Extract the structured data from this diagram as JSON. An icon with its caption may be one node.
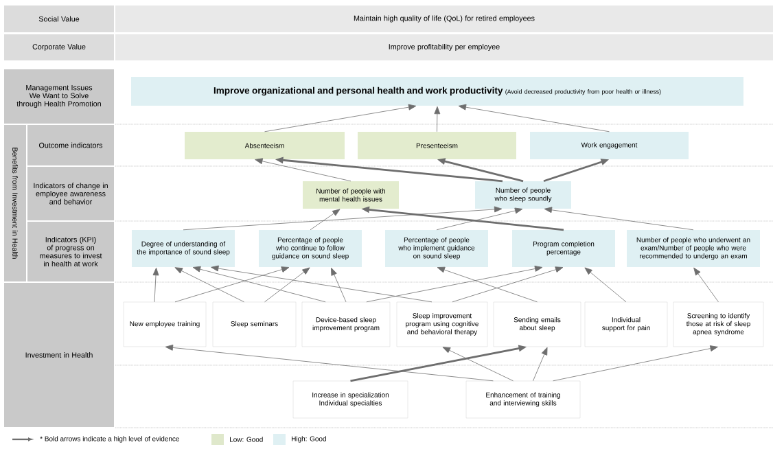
{
  "diagram": {
    "nodes": [
      {
        "text": [
          "Social Value"
        ]
      },
      {
        "text": [
          "Maintain high quality of life (QoL) for retired employees"
        ]
      },
      {
        "text": [
          "Corporate Value"
        ]
      },
      {
        "text": [
          "Improve profitability per employee"
        ]
      },
      {
        "text": [
          "Management Issues We Want to Solve through Health Promotion"
        ]
      },
      {
        "text": [
          "Benefits from Investment in Health"
        ]
      },
      {
        "text": [
          "Outcome indicators"
        ]
      },
      {
        "text": [
          "Indicators of change in employee awareness and behavior"
        ]
      },
      {
        "text": [
          "Indicators (KPI) of progress on measures to invest in health at work"
        ]
      },
      {
        "text": [
          "Investment in Health"
        ]
      },
      {
        "text": [
          "Improve organizational and personal health and work productivity",
          "(Avoid decreased productivity from poor health or illness)"
        ]
      },
      {
        "text": [
          "Absenteeism"
        ]
      },
      {
        "text": [
          "Presenteeism"
        ]
      },
      {
        "text": [
          "Work engagement"
        ]
      },
      {
        "text": [
          "Number of people with mental health issues"
        ]
      },
      {
        "text": [
          "Number of people who sleep soundly"
        ]
      },
      {
        "text": [
          "Degree of understanding of the importance of sound sleep"
        ]
      },
      {
        "text": [
          "Percentage of people who continue to follow guidance on sound sleep"
        ]
      },
      {
        "text": [
          "Percentage of people who implement guidance on sound sleep"
        ]
      },
      {
        "text": [
          "Program completion percentage"
        ]
      },
      {
        "text": [
          "Number of people who underwent an exam/Number of people who were recommended to undergo an exam"
        ]
      },
      {
        "text": [
          "New employee training"
        ]
      },
      {
        "text": [
          "Sleep seminars"
        ]
      },
      {
        "text": [
          "Device-based sleep improvement program"
        ]
      },
      {
        "text": [
          "Sleep improvement program using cognitive and behavioral therapy"
        ]
      },
      {
        "text": [
          "Sending emails about sleep"
        ]
      },
      {
        "text": [
          "Individual support for pain"
        ]
      },
      {
        "text": [
          "Screening to identify those at risk of sleep apnea syndrome"
        ]
      },
      {
        "text": [
          "Increase in specialization Individual specialties"
        ]
      },
      {
        "text": [
          "Enhancement of training and interviewing skills"
        ]
      }
    ],
    "edges": [
      {
        "from": 11,
        "to": 10,
        "arrow": "to"
      },
      {
        "from": 12,
        "to": 10,
        "arrow": "to"
      },
      {
        "from": 13,
        "to": 10,
        "arrow": "to"
      },
      {
        "from": 14,
        "to": 11,
        "arrow": "to"
      },
      {
        "from": 15,
        "to": 11,
        "arrow": "to",
        "style": "thick"
      },
      {
        "from": 15,
        "to": 12,
        "arrow": "to",
        "style": "thick"
      },
      {
        "from": 15,
        "to": 13,
        "arrow": "to",
        "style": "thick"
      },
      {
        "from": 17,
        "to": 14,
        "arrow": "to"
      },
      {
        "from": 19,
        "to": 14,
        "arrow": "to",
        "style": "thick"
      },
      {
        "from": 16,
        "to": 15,
        "arrow": "to"
      },
      {
        "from": 18,
        "to": 15,
        "arrow": "to"
      },
      {
        "from": 20,
        "to": 15,
        "arrow": "to"
      },
      {
        "from": 21,
        "to": 16,
        "arrow": "to"
      },
      {
        "from": 22,
        "to": 16,
        "arrow": "to"
      },
      {
        "from": 23,
        "to": 16,
        "arrow": "to"
      },
      {
        "from": 24,
        "to": 16,
        "arrow": "to"
      },
      {
        "from": 21,
        "to": 17,
        "arrow": "to"
      },
      {
        "from": 22,
        "to": 17,
        "arrow": "to"
      },
      {
        "from": 23,
        "to": 17,
        "arrow": "to"
      },
      {
        "from": 25,
        "to": 18,
        "arrow": "to"
      },
      {
        "from": 23,
        "to": 19,
        "arrow": "to"
      },
      {
        "from": 24,
        "to": 19,
        "arrow": "to"
      },
      {
        "from": 26,
        "to": 19,
        "arrow": "to"
      },
      {
        "from": 27,
        "to": 20,
        "arrow": "to"
      },
      {
        "from": 29,
        "to": 21,
        "arrow": "to"
      },
      {
        "from": 29,
        "to": 24,
        "arrow": "to"
      },
      {
        "from": 29,
        "to": 25,
        "arrow": "to"
      },
      {
        "from": 29,
        "to": 27,
        "arrow": "to"
      },
      {
        "from": 28,
        "to": 25,
        "arrow": "to",
        "style": "thick"
      }
    ],
    "legend": [
      {
        "text": "* Bold arrows indicate a high level of evidence"
      },
      {
        "text": "Low: Good",
        "color": "#dfe8cb"
      },
      {
        "text": "High: Good",
        "color": "#dff0f3"
      }
    ]
  }
}
